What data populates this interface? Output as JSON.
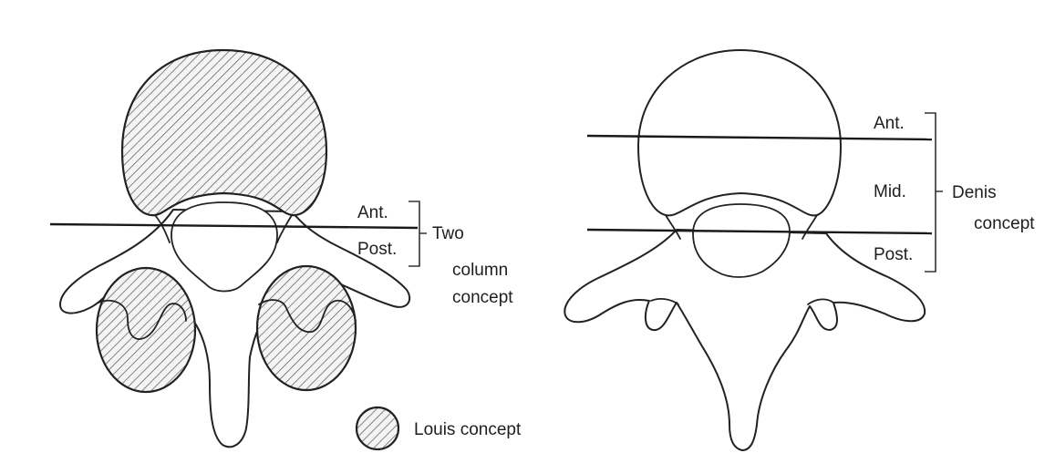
{
  "louis_diagram": {
    "ant_label": "Ant.",
    "post_label": "Post.",
    "concept_lines": [
      "Two",
      "column",
      "concept"
    ]
  },
  "denis_diagram": {
    "ant_label": "Ant.",
    "mid_label": "Mid.",
    "post_label": "Post.",
    "concept_lines": [
      "Denis",
      "concept"
    ]
  },
  "legend": {
    "louis_label": "Louis concept"
  },
  "colors": {
    "line": "#222222",
    "background": "#ffffff",
    "hatch": "#555555"
  }
}
